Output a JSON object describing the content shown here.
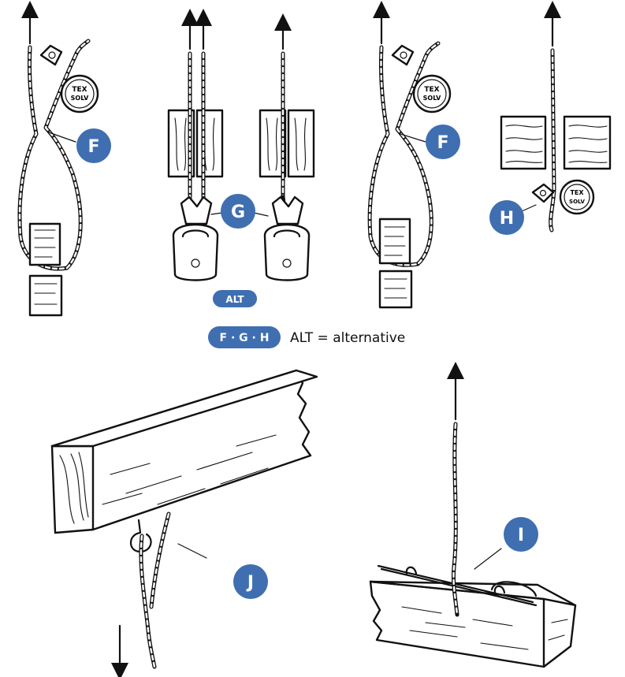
{
  "colors": {
    "accent": "#3f6fb0",
    "ink": "#111111",
    "background": "#ffffff"
  },
  "badges": {
    "f_left": "F",
    "g": "G",
    "f_right": "F",
    "h": "H",
    "i": "I",
    "j": "J"
  },
  "alt_pill": "ALT",
  "legend": {
    "pill": "F · G · H",
    "text": "ALT = alternative"
  },
  "tag_text": {
    "line1": "TEX",
    "line2": "SOLV"
  }
}
